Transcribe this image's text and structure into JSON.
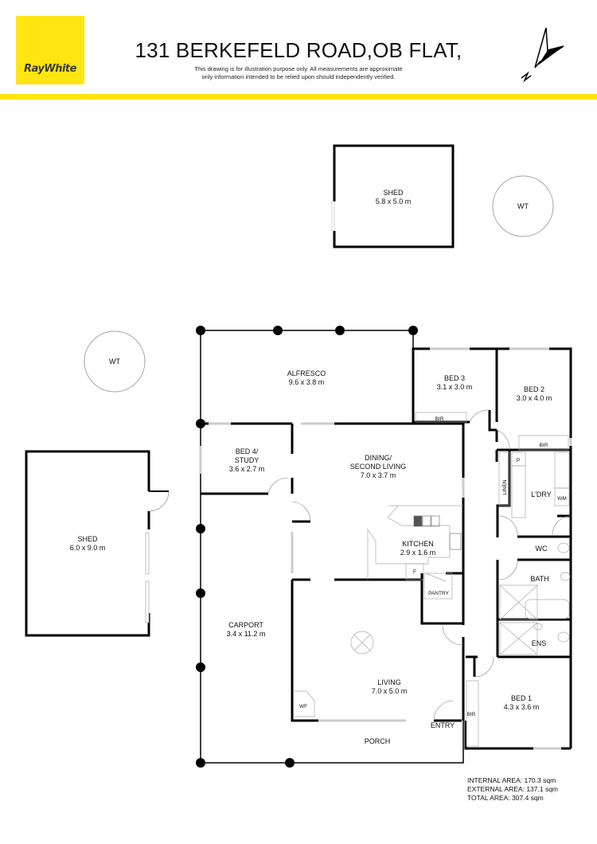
{
  "header": {
    "logo_text": "RayWhite",
    "brand_color": "#ffe512",
    "title": "131 BERKEFELD ROAD,OB FLAT,",
    "disclaimer_line1": "This drawing is for illustration purpose only. All measurements are approximate",
    "disclaimer_line2": "only information intended to be relied upon should independently verified.",
    "north_icon": "north-arrow-icon"
  },
  "rooms": {
    "shed_top": {
      "name": "SHED",
      "size": "5.8 x 5.0 m"
    },
    "wt_top": {
      "name": "WT"
    },
    "wt_left": {
      "name": "WT"
    },
    "shed_left": {
      "name": "SHED",
      "size": "6.0 x 9.0 m"
    },
    "alfresco": {
      "name": "ALFRESCO",
      "size": "9.6 x 3.8 m"
    },
    "bed3": {
      "name": "BED 3",
      "size": "3.1 x 3.0 m",
      "bir": "BIR"
    },
    "bed2": {
      "name": "BED 2",
      "size": "3.0 x 4.0 m",
      "bir": "BIR"
    },
    "bed4": {
      "name1": "BED 4/",
      "name2": "STUDY",
      "size": "3.6 x 2.7 m"
    },
    "dining": {
      "name1": "DINING/",
      "name2": "SECOND LIVING",
      "size": "7.0 x 3.7 m"
    },
    "linen": {
      "name": "LINEN"
    },
    "pantry_small": {
      "name": "P"
    },
    "laundry": {
      "name": "L'DRY",
      "wm": "WM"
    },
    "kitchen": {
      "name": "KITCHEN",
      "size": "2.9 x 1.6 m",
      "fridge": "F"
    },
    "pantry": {
      "name": "PANTRY"
    },
    "wc": {
      "name": "WC"
    },
    "bath": {
      "name": "BATH"
    },
    "ens": {
      "name": "ENS"
    },
    "carport": {
      "name": "CARPORT",
      "size": "3.4 x 11.2 m"
    },
    "living": {
      "name": "LIVING",
      "size": "7.0 x 5.0 m",
      "wf": "WF"
    },
    "bed1": {
      "name": "BED 1",
      "size": "4.3 x 3.6 m",
      "bir": "BIR"
    },
    "entry": {
      "name": "ENTRY"
    },
    "porch": {
      "name": "PORCH"
    }
  },
  "areas": {
    "internal": "INTERNAL AREA: 170.3 sqm",
    "external": "EXTERNAL AREA: 137.1 sqm",
    "total": "TOTAL AREA: 307.4 sqm"
  }
}
